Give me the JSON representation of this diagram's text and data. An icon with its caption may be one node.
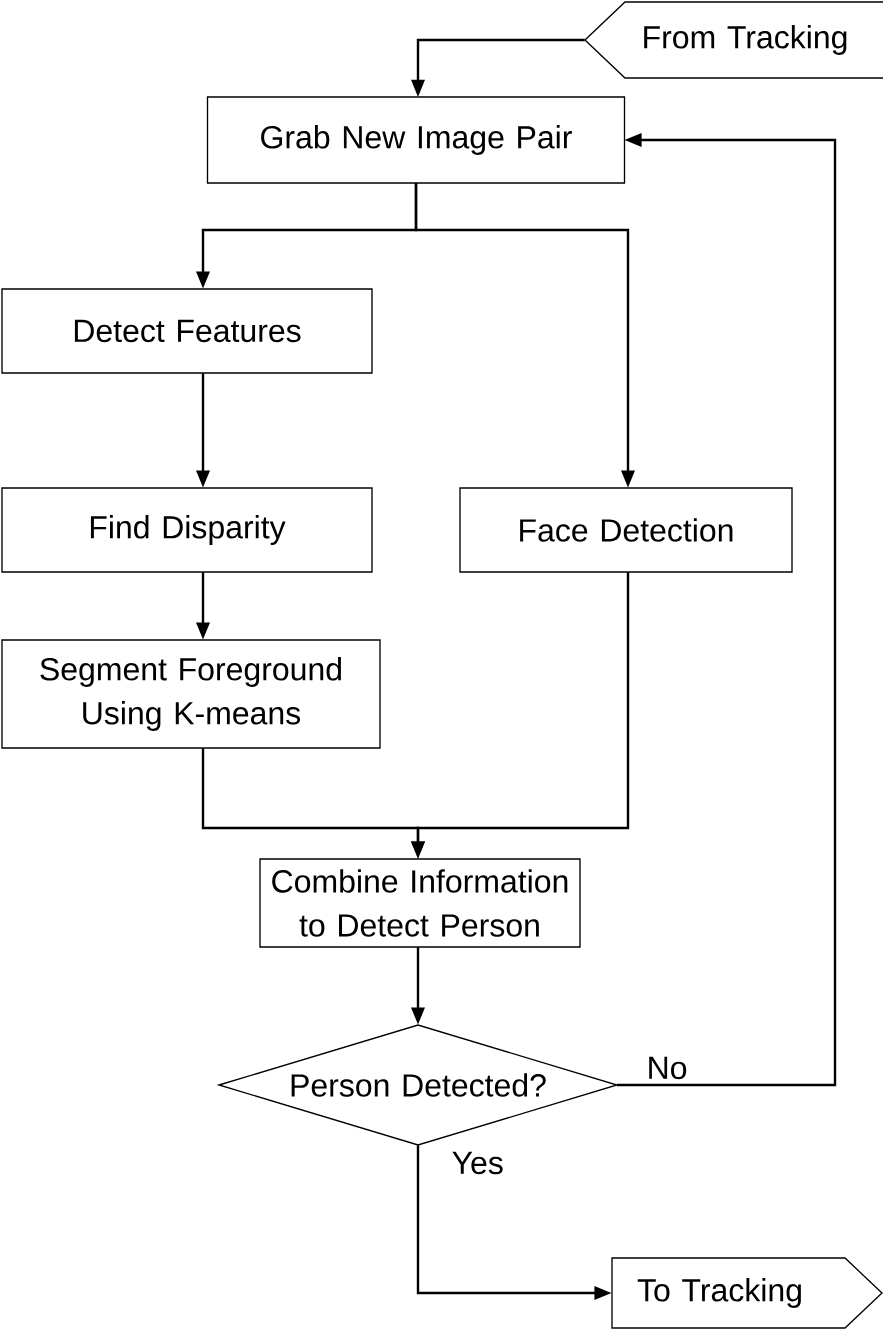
{
  "diagram": {
    "nodes": [
      {
        "text": [
          "From Tracking"
        ]
      },
      {
        "text": [
          "Grab New Image Pair"
        ]
      },
      {
        "text": [
          "Detect Features"
        ]
      },
      {
        "text": [
          "Find Disparity"
        ]
      },
      {
        "text": [
          "Face Detection"
        ]
      },
      {
        "text": [
          "Segment Foreground Using K-means"
        ]
      },
      {
        "text": [
          "Combine Information to Detect Person"
        ]
      },
      {
        "text": [
          "Person Detected?"
        ]
      },
      {
        "text": [
          "To Tracking"
        ]
      }
    ],
    "edges": [
      {
        "from": 0,
        "to": 1,
        "arrow": "to"
      },
      {
        "from": 1,
        "to": 2,
        "arrow": "to"
      },
      {
        "from": 1,
        "to": 4,
        "arrow": "to"
      },
      {
        "from": 2,
        "to": 3,
        "arrow": "to"
      },
      {
        "from": 3,
        "to": 5,
        "arrow": "to"
      },
      {
        "from": 5,
        "to": 6,
        "arrow": "to"
      },
      {
        "from": 4,
        "to": 6,
        "arrow": "to"
      },
      {
        "from": 6,
        "to": 7,
        "arrow": "to"
      },
      {
        "from": 7,
        "to": 1,
        "arrow": "to",
        "label": "No"
      },
      {
        "from": 7,
        "to": 8,
        "arrow": "to",
        "label": "Yes"
      }
    ]
  }
}
